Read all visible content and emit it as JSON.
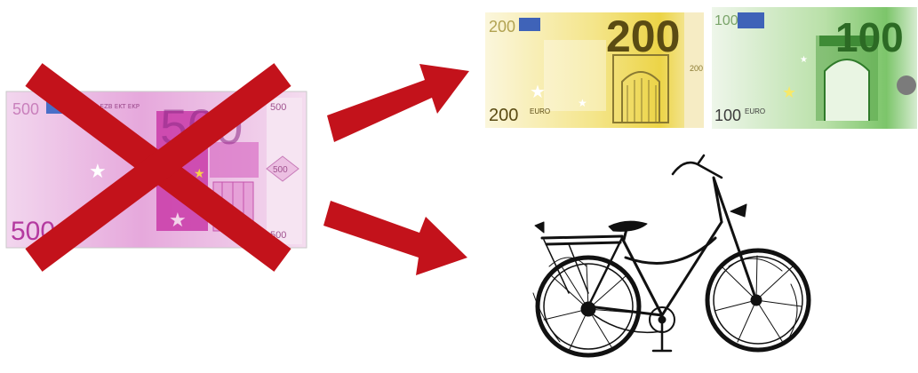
{
  "note_500": {
    "corner_value": "500",
    "big_value": "500",
    "bottom_value": "500",
    "side_value": "500",
    "side_bottom": "500",
    "color": "#d977c8"
  },
  "note_200": {
    "corner_value": "200",
    "big_value": "200",
    "bottom_value": "200",
    "currency": "EURO",
    "color": "#f0d94a"
  },
  "note_100": {
    "corner_value": "100",
    "big_value": "100",
    "bottom_value": "100",
    "currency": "EURO",
    "color": "#7bc46a"
  },
  "cross": {
    "color": "#c3121b",
    "icon": "cross-out-icon"
  },
  "arrows": {
    "color": "#c3121b",
    "icon": "arrow-icon"
  },
  "bicycle": {
    "icon": "bicycle-sketch-icon"
  }
}
